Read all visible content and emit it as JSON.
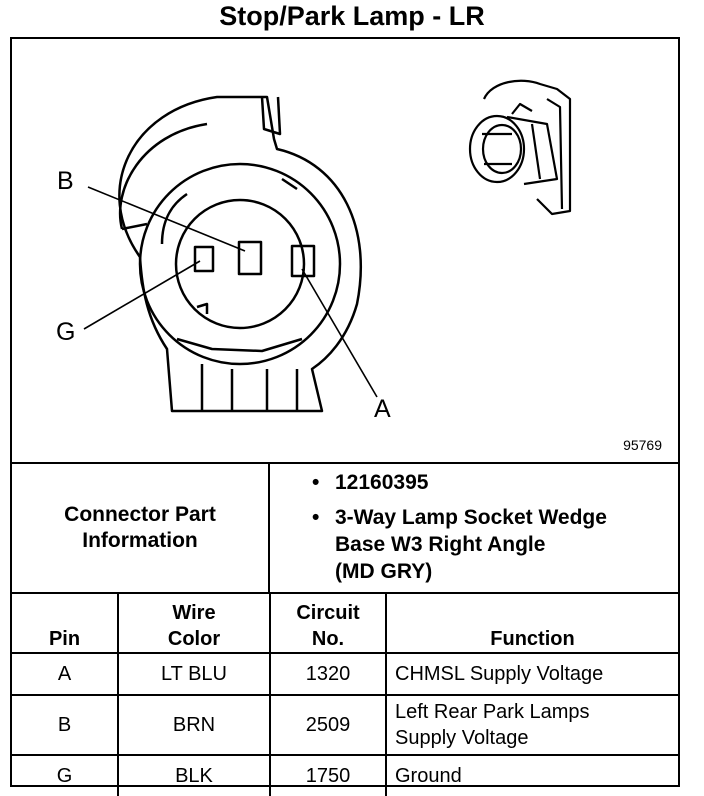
{
  "title": "Stop/Park Lamp - LR",
  "figure_number": "95769",
  "pin_callouts": [
    "B",
    "G",
    "A"
  ],
  "connector_info": {
    "label": "Connector Part Information",
    "bullet_symbol": "•",
    "part_number": "12160395",
    "description_lines": [
      "3-Way Lamp Socket Wedge",
      "Base W3 Right Angle",
      "(MD GRY)"
    ]
  },
  "table": {
    "headers": {
      "pin": "Pin",
      "wire_color": [
        "Wire",
        "Color"
      ],
      "circuit_no": [
        "Circuit",
        "No."
      ],
      "function": "Function"
    },
    "rows": [
      {
        "pin": "A",
        "wire_color": "LT BLU",
        "circuit": "1320",
        "function": [
          "CHMSL Supply Voltage"
        ]
      },
      {
        "pin": "B",
        "wire_color": "BRN",
        "circuit": "2509",
        "function": [
          "Left Rear Park Lamps",
          "Supply Voltage"
        ]
      },
      {
        "pin": "G",
        "wire_color": "BLK",
        "circuit": "1750",
        "function": [
          "Ground"
        ]
      }
    ]
  }
}
